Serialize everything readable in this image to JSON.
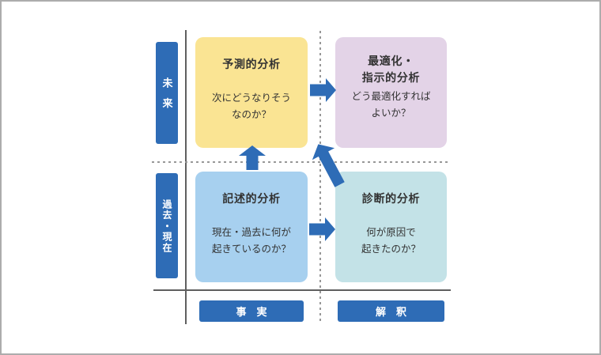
{
  "diagram": {
    "quadrants": {
      "predictive": {
        "title": "予測的分析",
        "body": "次にどうなりそう\nなのか？",
        "color": "#fae493"
      },
      "prescriptive": {
        "title": "最適化・\n指示的分析",
        "body": "どう最適化すれば\nよいか？",
        "color": "#e3d3e7"
      },
      "descriptive": {
        "title": "記述的分析",
        "body": "現在・過去に何が\n起きているのか？",
        "color": "#a7d0ef"
      },
      "diagnostic": {
        "title": "診断的分析",
        "body": "何が原因で\n起きたのか？",
        "color": "#c3e2e7"
      }
    },
    "axes": {
      "y_top": "未来",
      "y_bottom": "過去・現在",
      "x_left": "事　実",
      "x_right": "解　釈"
    },
    "arrows": [
      {
        "from": "descriptive",
        "to": "predictive",
        "direction": "up"
      },
      {
        "from": "predictive",
        "to": "prescriptive",
        "direction": "right"
      },
      {
        "from": "descriptive",
        "to": "diagnostic",
        "direction": "right"
      },
      {
        "from": "diagnostic",
        "to": "predictive",
        "direction": "up-left"
      }
    ],
    "colors": {
      "accent": "#2e6cb6",
      "solid_line": "#5f5f5f",
      "dotted_line": "#979797",
      "text": "#333333",
      "background": "#ffffff",
      "frame_border": "#acacac"
    }
  }
}
